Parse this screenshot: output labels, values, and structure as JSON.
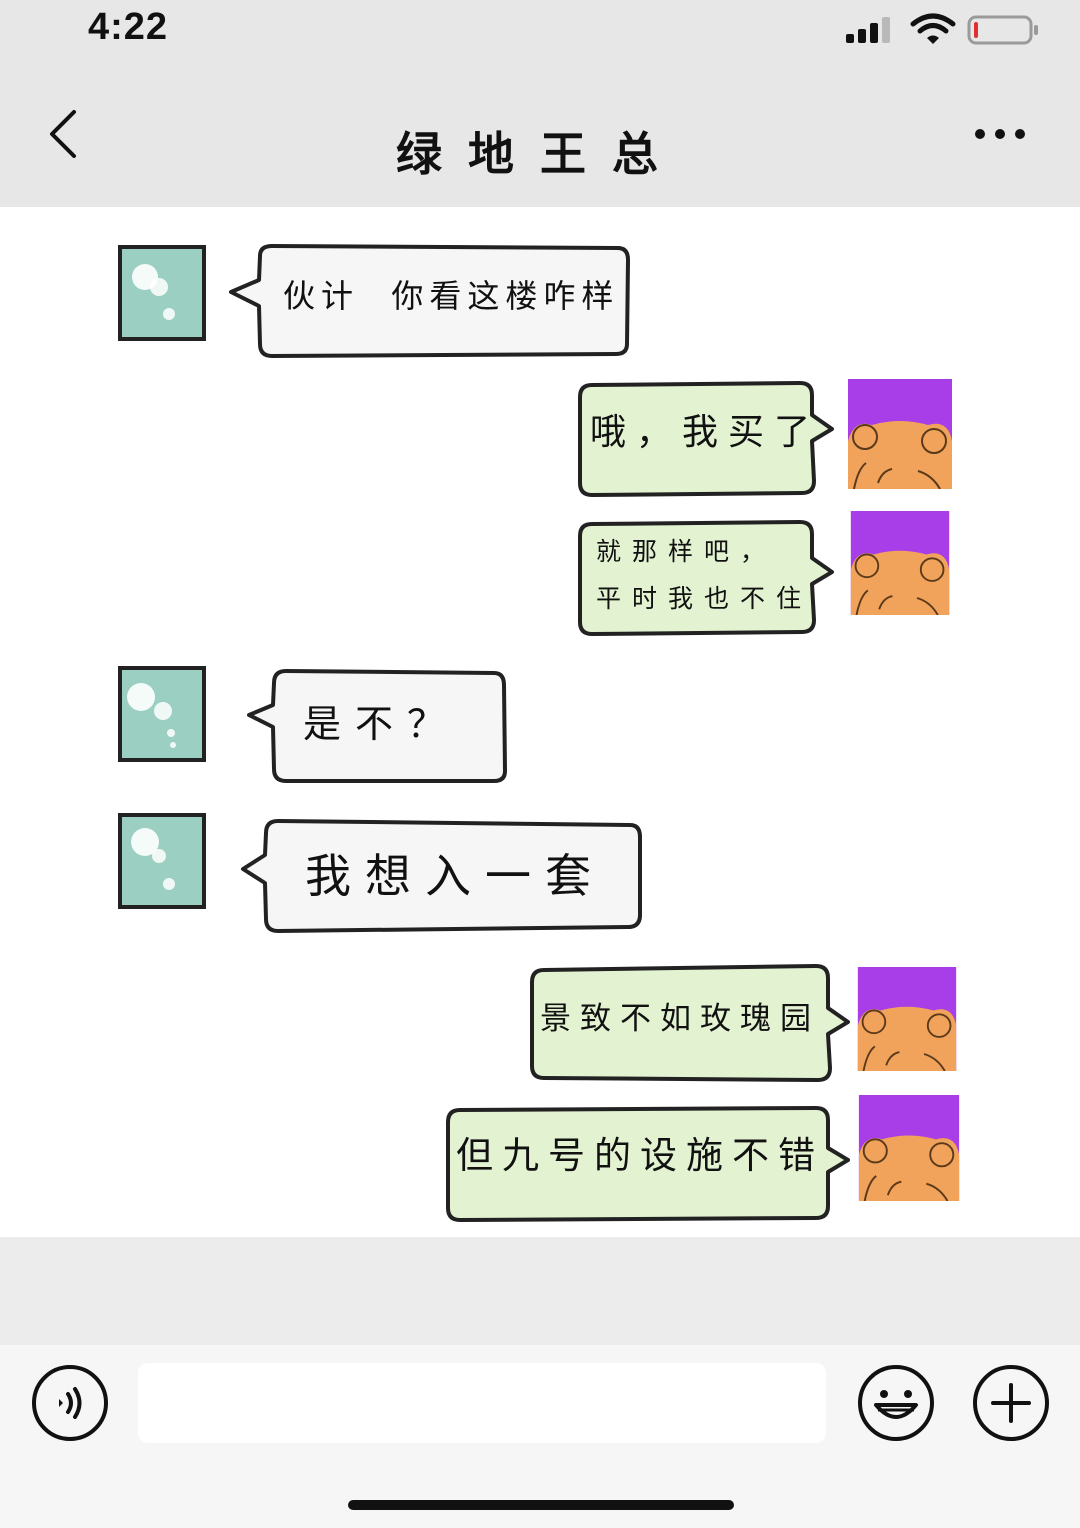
{
  "status_bar": {
    "time": "4:22"
  },
  "header": {
    "title": "绿地王总"
  },
  "messages": [
    {
      "sender": "contact",
      "text": "伙计  你看这楼咋样"
    },
    {
      "sender": "self",
      "text": "哦，我买了"
    },
    {
      "sender": "self",
      "lines": [
        "就那样吧，",
        "平时我也不住"
      ]
    },
    {
      "sender": "contact",
      "text": "是不？"
    },
    {
      "sender": "contact",
      "text": "我想入一套"
    },
    {
      "sender": "self",
      "text": "景致不如玫瑰园"
    },
    {
      "sender": "self",
      "text": "但九号的设施不错"
    }
  ],
  "input_bar": {
    "placeholder": ""
  },
  "colors": {
    "contact_bubble": "#f6f6f6",
    "self_bubble": "#e3f3d2",
    "contact_avatar": "#9bcfc1",
    "self_avatar_bg": "#a83ee8",
    "self_avatar_face": "#f2a35b",
    "bar_bg": "#e7e7e7"
  }
}
